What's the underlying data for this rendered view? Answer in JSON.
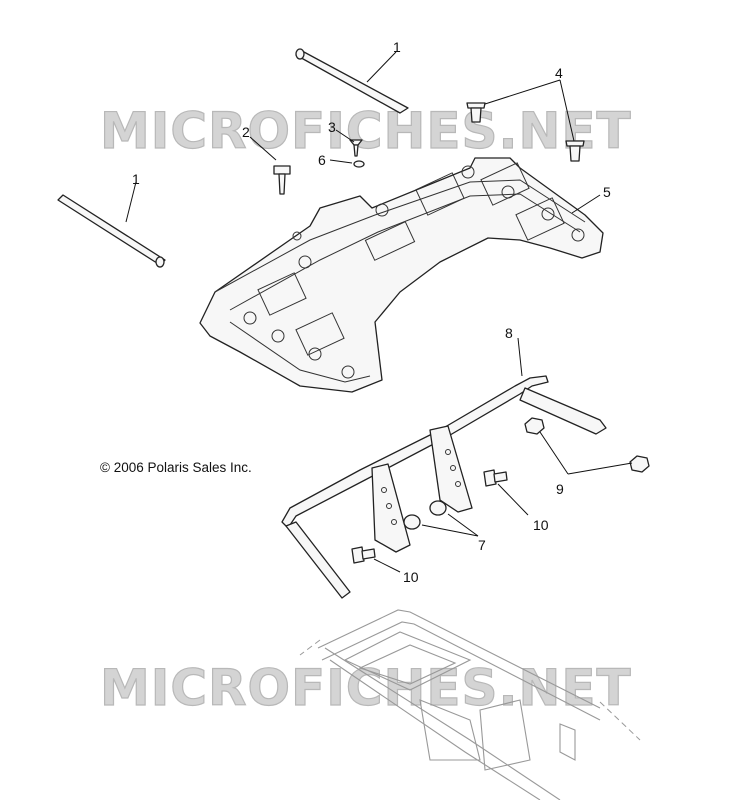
{
  "watermark": {
    "text": "MICROFICHES.NET"
  },
  "copyright": "© 2006 Polaris Sales Inc.",
  "callouts": [
    {
      "id": "c1a",
      "label": "1"
    },
    {
      "id": "c1b",
      "label": "1"
    },
    {
      "id": "c2",
      "label": "2"
    },
    {
      "id": "c3",
      "label": "3"
    },
    {
      "id": "c4",
      "label": "4"
    },
    {
      "id": "c5",
      "label": "5"
    },
    {
      "id": "c6",
      "label": "6"
    },
    {
      "id": "c7",
      "label": "7"
    },
    {
      "id": "c8",
      "label": "8"
    },
    {
      "id": "c9",
      "label": "9"
    },
    {
      "id": "c10a",
      "label": "10"
    },
    {
      "id": "c10b",
      "label": "10"
    }
  ]
}
